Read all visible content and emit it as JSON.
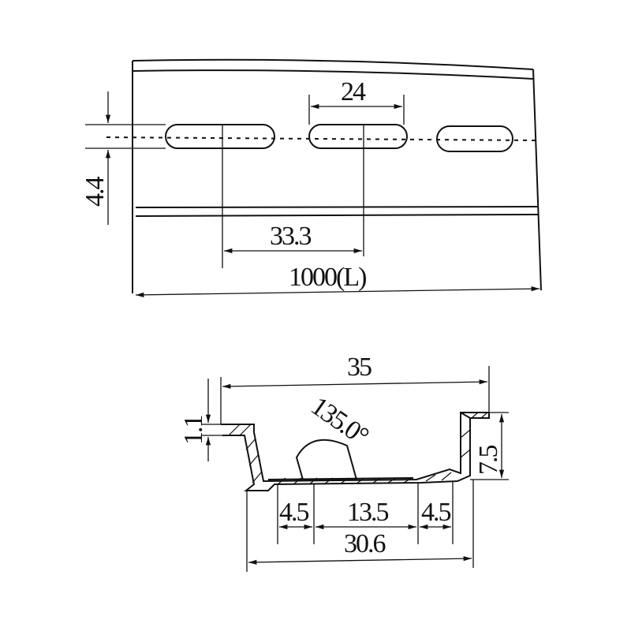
{
  "top_view": {
    "slot_spacing": "24",
    "slot_width": "4.4",
    "slot_offset": "33.3",
    "length": "1000(L)"
  },
  "cross_section": {
    "overall_width": "35",
    "thickness": "1.1",
    "angle": "135.0°",
    "height": "7.5",
    "inner_left": "4.5",
    "inner_center": "13.5",
    "inner_right": "4.5",
    "bottom_width": "30.6"
  }
}
